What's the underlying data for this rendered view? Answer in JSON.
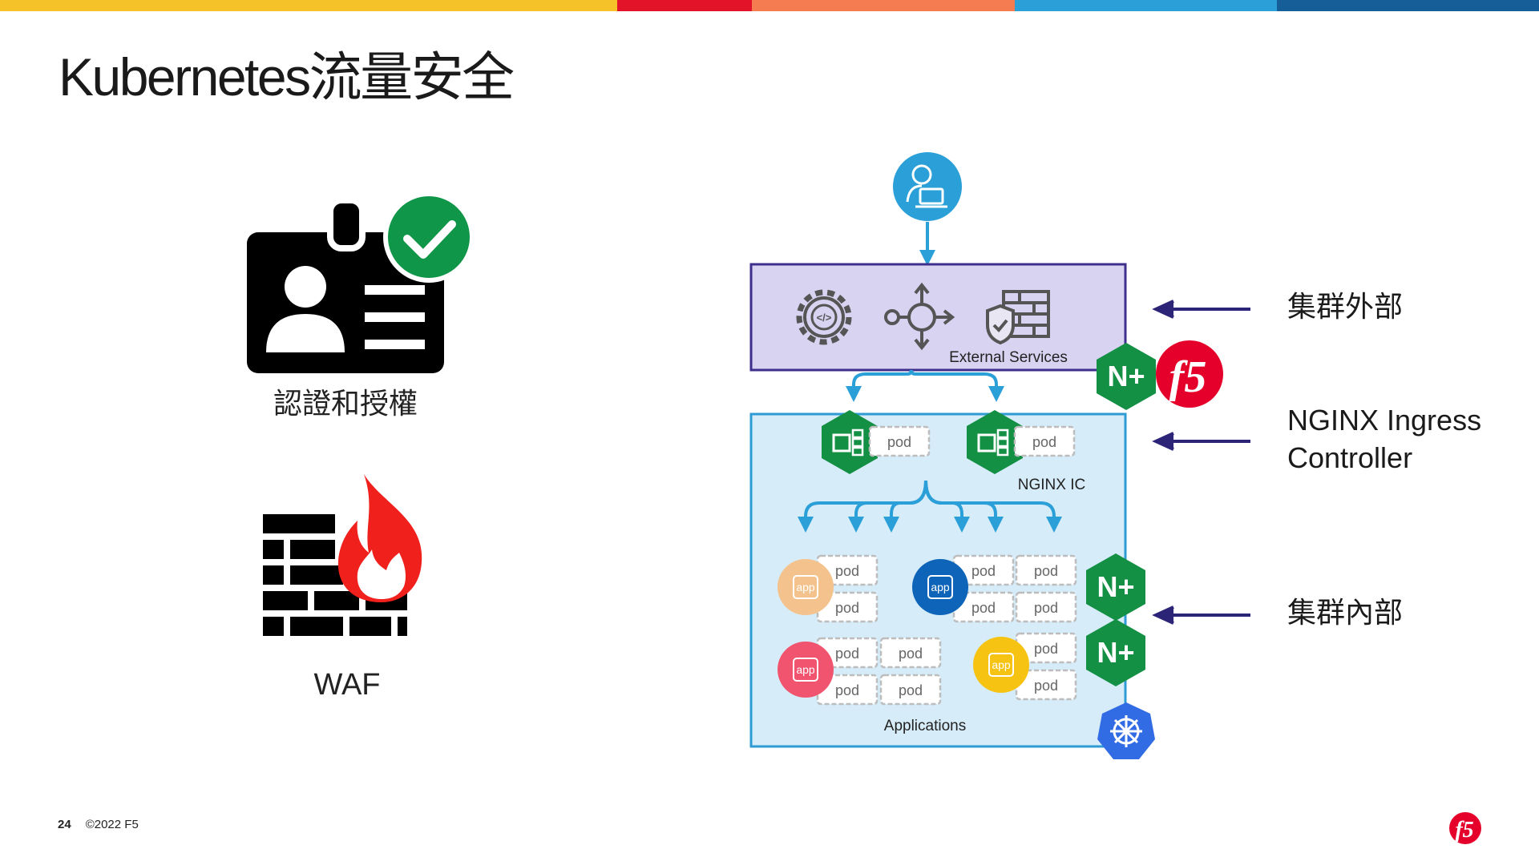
{
  "colors": {
    "stripes": [
      "#f5c22a",
      "#e3142a",
      "#f47c50",
      "#2a9fd8",
      "#155e97"
    ],
    "external_box_fill": "#d9d3f2",
    "external_box_stroke": "#3d2f8c",
    "cluster_box_fill": "#d6ecf8",
    "cluster_box_stroke": "#2f9bd4",
    "nginx_green": "#149045",
    "f5_red": "#e4002b",
    "arrow_blue": "#2a9fd8",
    "pointer_navy": "#2c2477",
    "kubernetes_blue": "#326ce5",
    "app_colors": [
      "#f4c28c",
      "#0d64b8",
      "#f0546e",
      "#f6c313"
    ]
  },
  "slide": {
    "title": "Kubernetes流量安全",
    "page_number": "24",
    "copyright": "©2022 F5"
  },
  "features": {
    "auth_label": "認證和授權",
    "waf_label": "WAF"
  },
  "diagram": {
    "external_services_label": "External Services",
    "nginx_ic_label": "NGINX IC",
    "applications_label": "Applications",
    "pod_label": "pod",
    "app_label": "app",
    "nginx_logo_text": "N+",
    "f5_logo_text": "f5"
  },
  "side_labels": {
    "outside": "集群外部",
    "controller_line1": "NGINX Ingress",
    "controller_line2": "Controller",
    "inside": "集群內部"
  }
}
